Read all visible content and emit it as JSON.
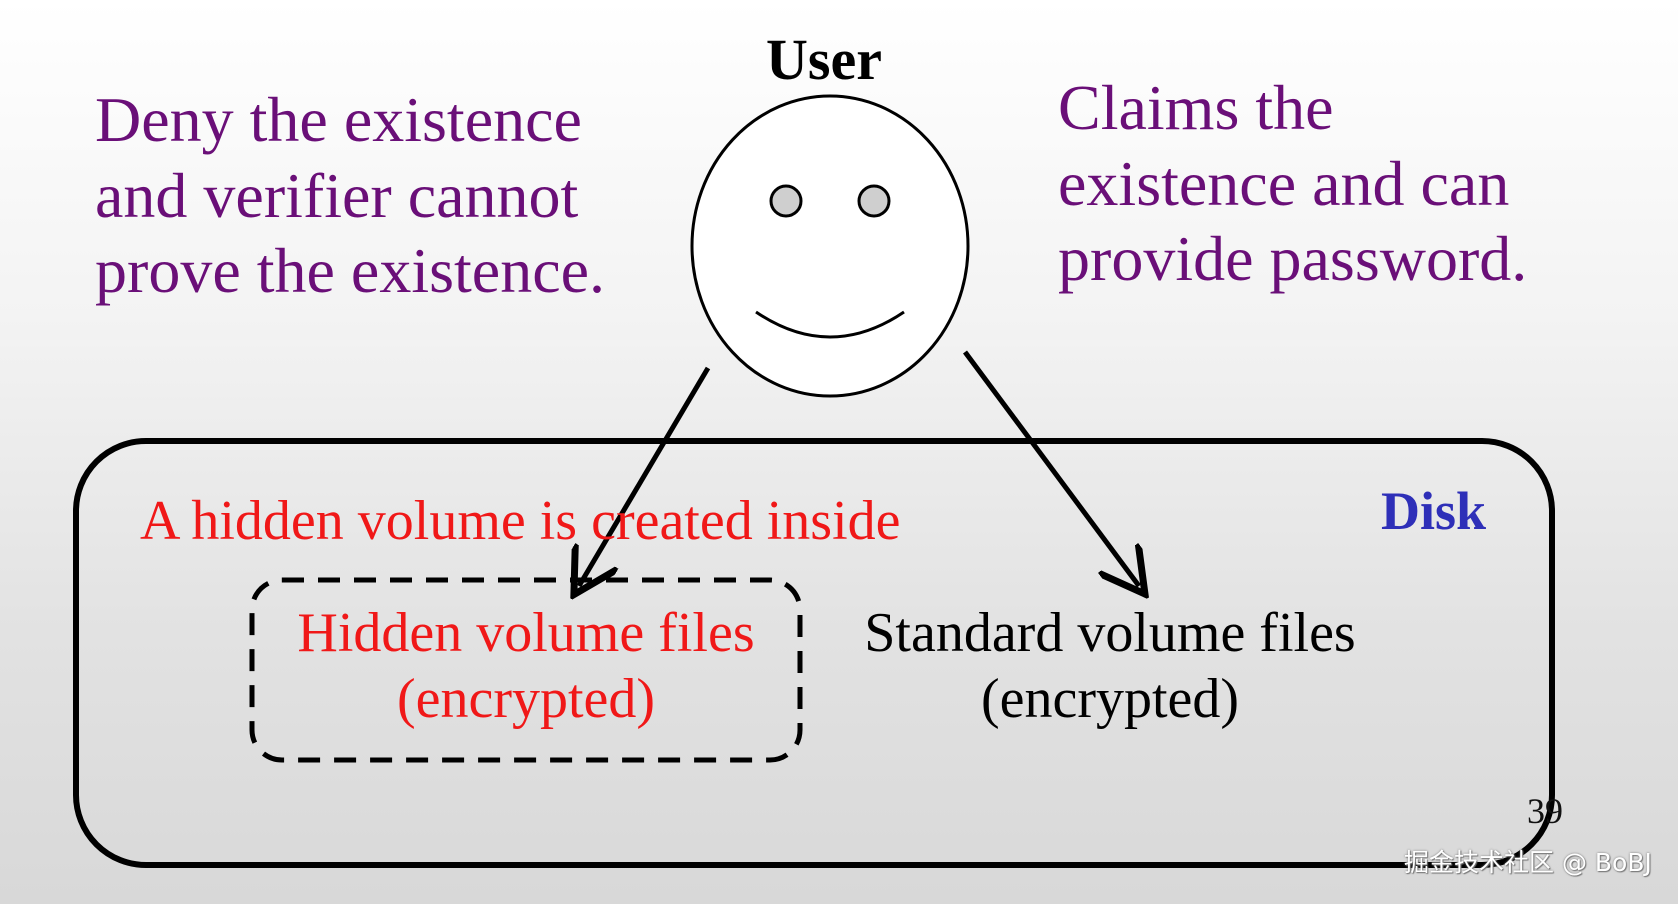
{
  "user_label": "User",
  "deny_text": {
    "line1": "Deny the existence",
    "line2": "and verifier cannot",
    "line3": "prove the existence."
  },
  "claims_text": {
    "line1": "Claims the",
    "line2": "existence and can",
    "line3": "provide password."
  },
  "disk_label": "Disk",
  "hidden_created_text": "A hidden volume is created inside",
  "hidden_files": {
    "line1": "Hidden volume files",
    "line2": "(encrypted)"
  },
  "standard_files": {
    "line1": "Standard volume files",
    "line2": "(encrypted)"
  },
  "page_number": "39",
  "watermark": "掘金技术社区 @ BoBJ",
  "colors": {
    "purple_text": "#6a0f78",
    "red_text": "#f01818",
    "disk_blue": "#2e2fb8"
  }
}
